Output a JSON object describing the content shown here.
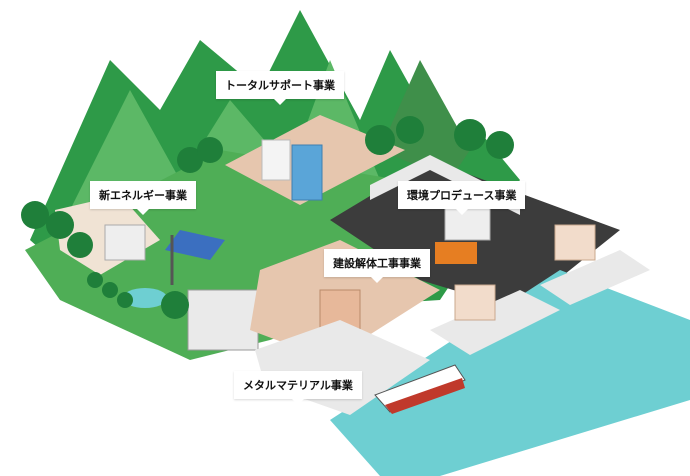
{
  "labels": {
    "total_support": "トータルサポート事業",
    "new_energy": "新エネルギー事業",
    "environment_produce": "環境プロデュース事業",
    "construction_demolition": "建設解体工事事業",
    "metal_material": "メタルマテリアル事業"
  },
  "colors": {
    "mountain_dark": "#2e9a48",
    "mountain_light": "#5cb866",
    "grass": "#4fae56",
    "water": "#6ecfd2",
    "ground": "#e6c6ae",
    "pad": "#e9e9e9",
    "dark_lot": "#3c3c3c"
  }
}
